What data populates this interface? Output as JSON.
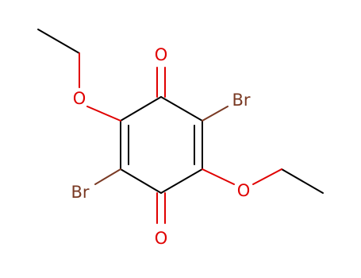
{
  "colors": {
    "background": "#ffffff",
    "bond": "#000000",
    "oxygen": "#e00000",
    "bromine": "#7a3a24"
  },
  "atoms": {
    "o_carbonyl_top": "O",
    "o_carbonyl_bottom": "O",
    "o_ether_left": "O",
    "o_ether_right": "O",
    "br_right": "Br",
    "br_left": "Br"
  }
}
